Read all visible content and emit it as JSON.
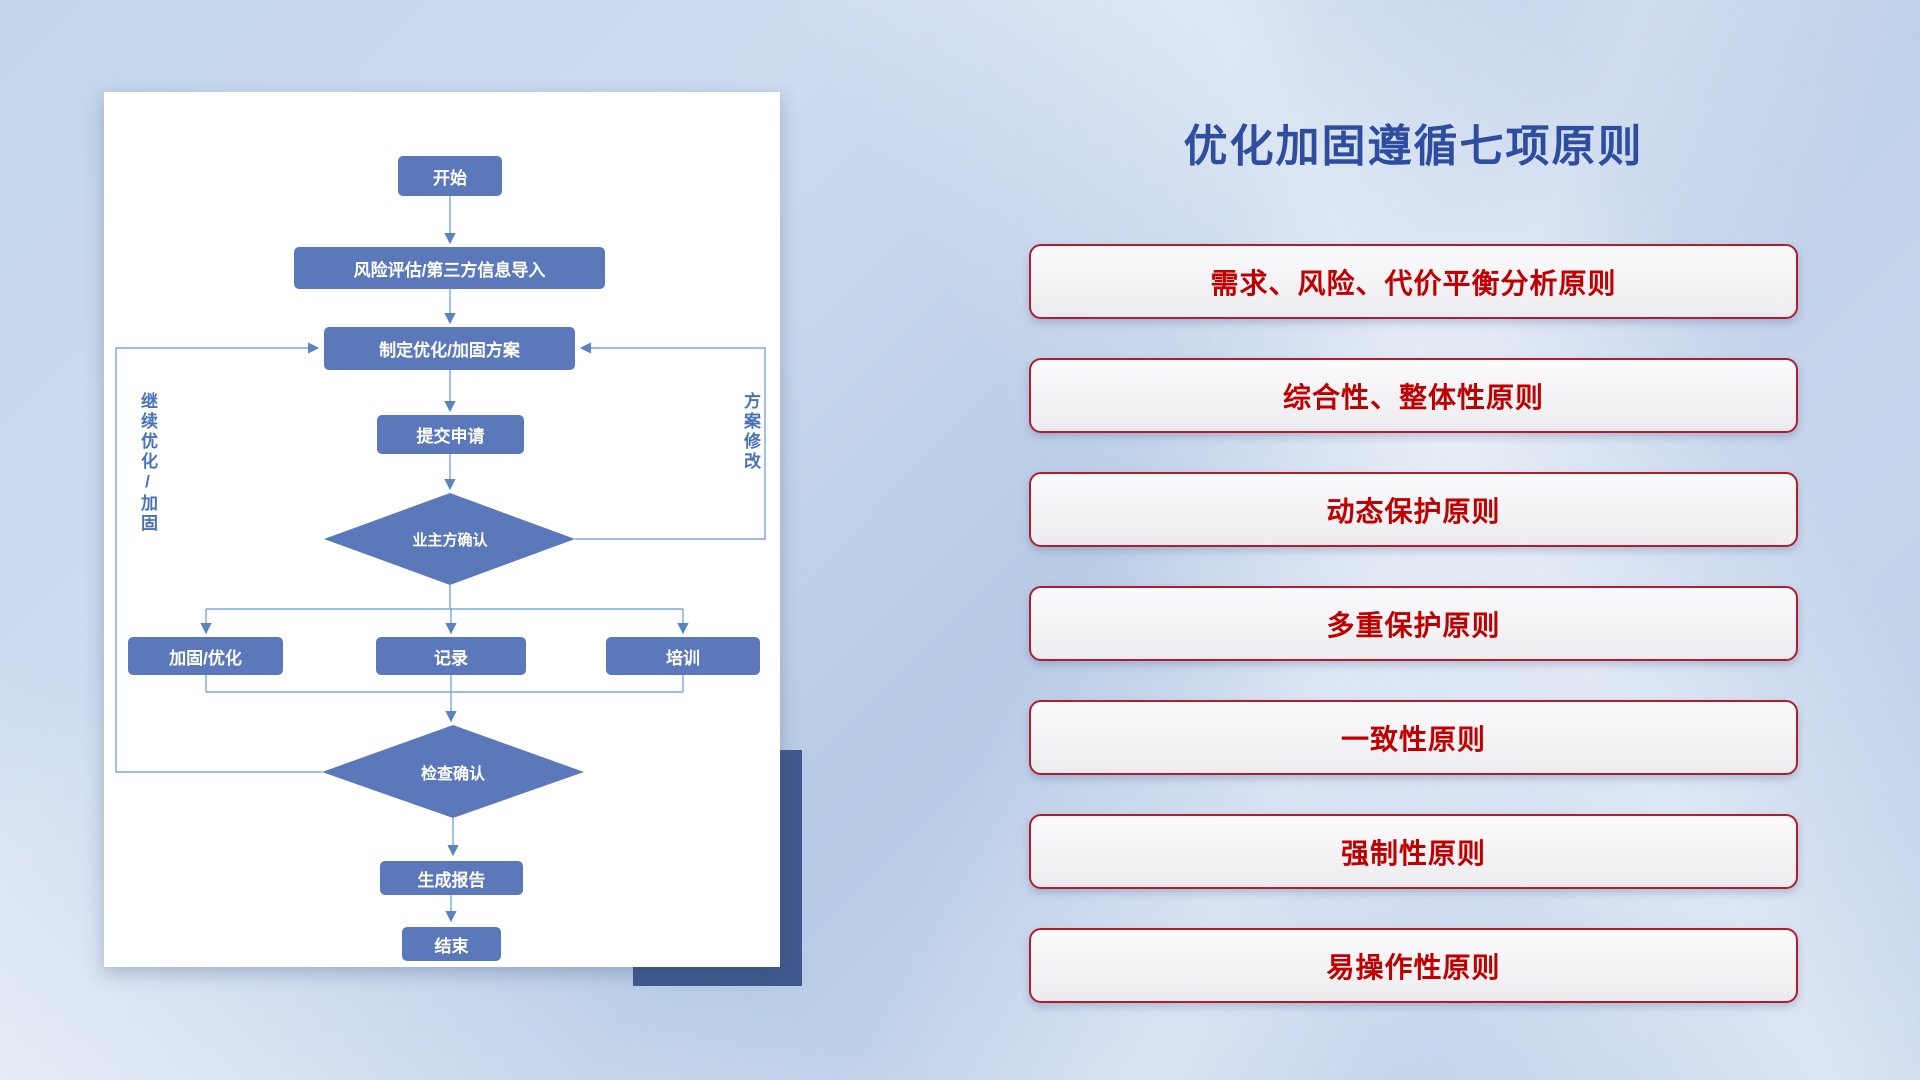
{
  "title": "优化加固遵循七项原则",
  "flowchart": {
    "nodes": {
      "start": "开始",
      "risk": "风险评估/第三方信息导入",
      "plan": "制定优化/加固方案",
      "submit": "提交申请",
      "owner_confirm": "业主方确认",
      "reinforce": "加固/优化",
      "record": "记录",
      "training": "培训",
      "check_confirm": "检查确认",
      "report": "生成报告",
      "end": "结束"
    },
    "labels": {
      "left_loop": "继续优化/加固",
      "right_loop": "方案修改"
    },
    "colors": {
      "node_fill": "#5b79ba",
      "connector": "#7ea6d8",
      "arrowhead": "#5b83c0",
      "loop_label_text": "#4a72b8"
    }
  },
  "principles": [
    {
      "label": "需求、风险、代价平衡分析原则"
    },
    {
      "label": "综合性、整体性原则"
    },
    {
      "label": "动态保护原则"
    },
    {
      "label": "多重保护原则"
    },
    {
      "label": "一致性原则"
    },
    {
      "label": "强制性原则"
    },
    {
      "label": "易操作性原则"
    }
  ],
  "colors": {
    "title_text": "#2e4d9e",
    "principle_text": "#c00000",
    "principle_border": "#b01e2e",
    "card_shadow_rect": "#42598f"
  }
}
